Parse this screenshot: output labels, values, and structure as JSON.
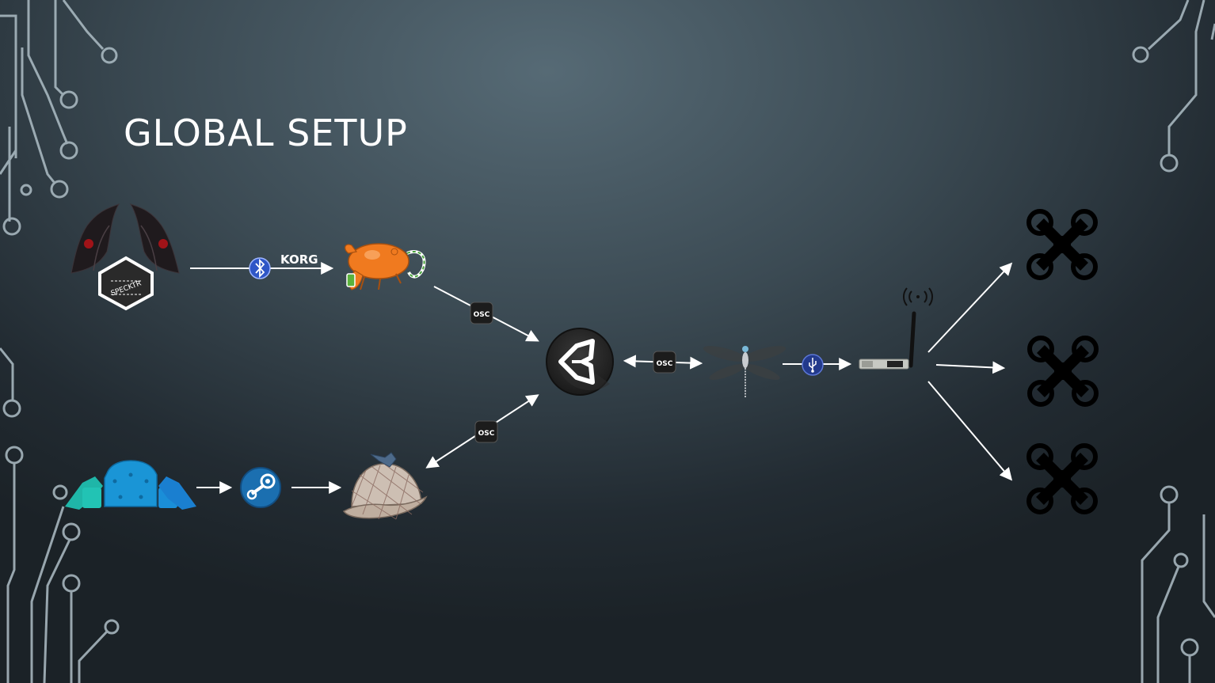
{
  "slide": {
    "title": "GLOBAL SETUP"
  },
  "diagram": {
    "nodes": [
      {
        "id": "gloves",
        "icon": "vr-gloves-icon",
        "label": "SPECKTR"
      },
      {
        "id": "korg",
        "icon": "korg-crab-app-icon",
        "label": "KORG"
      },
      {
        "id": "vive",
        "icon": "htc-vive-icon"
      },
      {
        "id": "steam",
        "icon": "steam-icon"
      },
      {
        "id": "sherlock",
        "icon": "deerstalker-hat-icon"
      },
      {
        "id": "unity",
        "icon": "unity-logo-icon"
      },
      {
        "id": "dragonfly",
        "icon": "dragonfly-icon"
      },
      {
        "id": "radio",
        "icon": "radio-dongle-icon"
      },
      {
        "id": "drone1",
        "icon": "drone-icon"
      },
      {
        "id": "drone2",
        "icon": "drone-icon"
      },
      {
        "id": "drone3",
        "icon": "drone-icon"
      }
    ],
    "edges": [
      {
        "from": "gloves",
        "to": "korg",
        "via": "bluetooth-icon"
      },
      {
        "from": "korg",
        "to": "unity",
        "via": "osc-badge"
      },
      {
        "from": "vive",
        "to": "steam"
      },
      {
        "from": "steam",
        "to": "sherlock"
      },
      {
        "from": "sherlock",
        "to": "unity",
        "via": "osc-badge",
        "bidirectional": true
      },
      {
        "from": "unity",
        "to": "dragonfly",
        "via": "osc-badge",
        "bidirectional": true
      },
      {
        "from": "dragonfly",
        "to": "radio",
        "via": "usb-icon"
      },
      {
        "from": "radio",
        "to": "drone1"
      },
      {
        "from": "radio",
        "to": "drone2"
      },
      {
        "from": "radio",
        "to": "drone3"
      }
    ],
    "badges": {
      "osc": "OSC"
    }
  }
}
